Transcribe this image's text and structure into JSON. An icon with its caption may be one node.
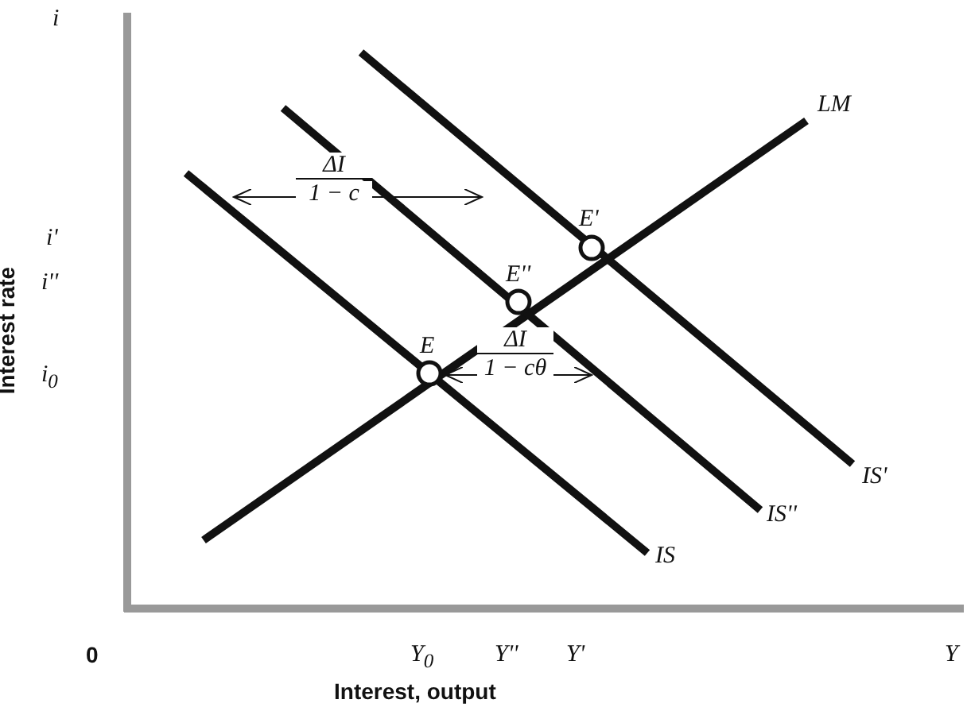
{
  "diagram": {
    "labels": [
      "i",
      "LM",
      "ΔI",
      "1 − c",
      "i'",
      "E'",
      "i''",
      "E''",
      "E",
      "ΔI",
      "1 − cθ",
      "i$_{0}$",
      "Interest rate",
      "IS'",
      "IS''",
      "IS",
      "0",
      "Y$_{0}$",
      "Y''",
      "Y'",
      "Y",
      "Interest, output"
    ]
  }
}
